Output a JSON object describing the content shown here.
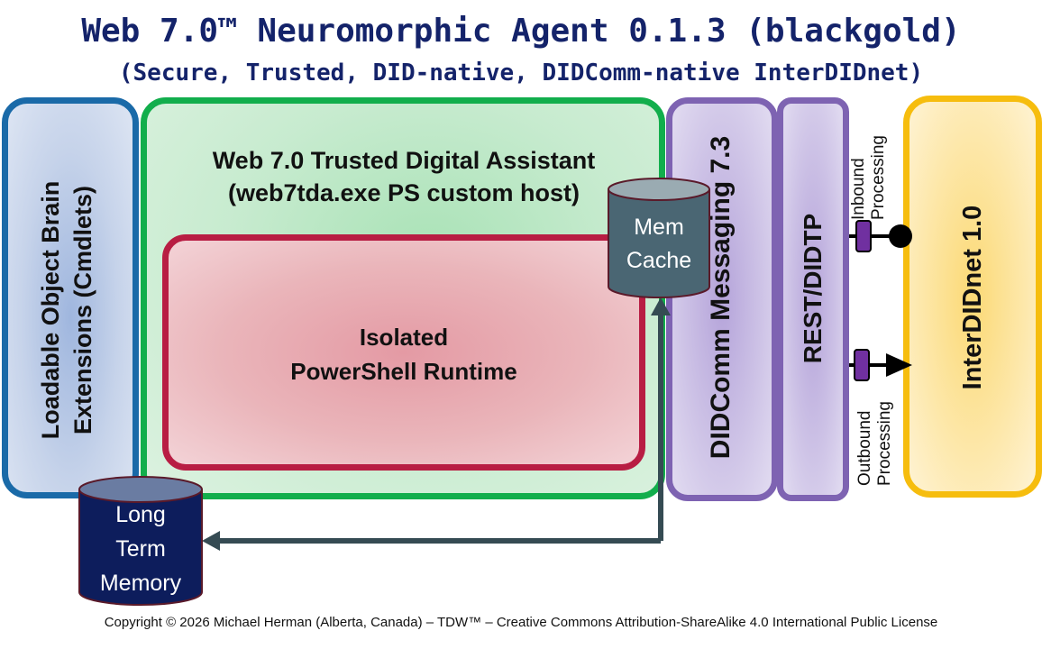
{
  "header": {
    "title": "Web 7.0™ Neuromorphic Agent 0.1.3 (blackgold)",
    "subtitle": "(Secure, Trusted, DID-native, DIDComm-native InterDIDnet)"
  },
  "blocks": {
    "lobe": {
      "line1": "Loadable Object Brain",
      "line2": "Extensions (Cmdlets)"
    },
    "tda": {
      "line1": "Web 7.0 Trusted Digital Assistant",
      "line2": "(web7tda.exe PS custom host)"
    },
    "runtime": {
      "line1": "Isolated",
      "line2": "PowerShell Runtime"
    },
    "didcomm": {
      "label": "DIDComm Messaging 7.3"
    },
    "rest": {
      "label": "REST/DIDTP"
    },
    "interdidnet": {
      "label": "InterDIDnet 1.0"
    },
    "mem_cache": {
      "line1": "Mem",
      "line2": "Cache"
    },
    "long_term_memory": {
      "line1": "Long",
      "line2": "Term",
      "line3": "Memory"
    }
  },
  "connectors": {
    "inbound": {
      "line1": "Inbound",
      "line2": "Processing"
    },
    "outbound": {
      "line1": "Outbound",
      "line2": "Processing"
    }
  },
  "colors": {
    "title": "#14236a",
    "lobe_border": "#1a6aa8",
    "tda_border": "#12ae4c",
    "runtime_border": "#b81d43",
    "didcomm_border": "#7e63b2",
    "interdidnet_border": "#f6bd0e",
    "mem_cache_fill": "#4a6673",
    "ltm_fill": "#0d1d5c",
    "connector_fill": "#7030a0"
  },
  "footer": {
    "copyright": "Copyright © 2026 Michael Herman (Alberta, Canada) – TDW™ – Creative Commons Attribution-ShareAlike  4.0 International Public License"
  }
}
